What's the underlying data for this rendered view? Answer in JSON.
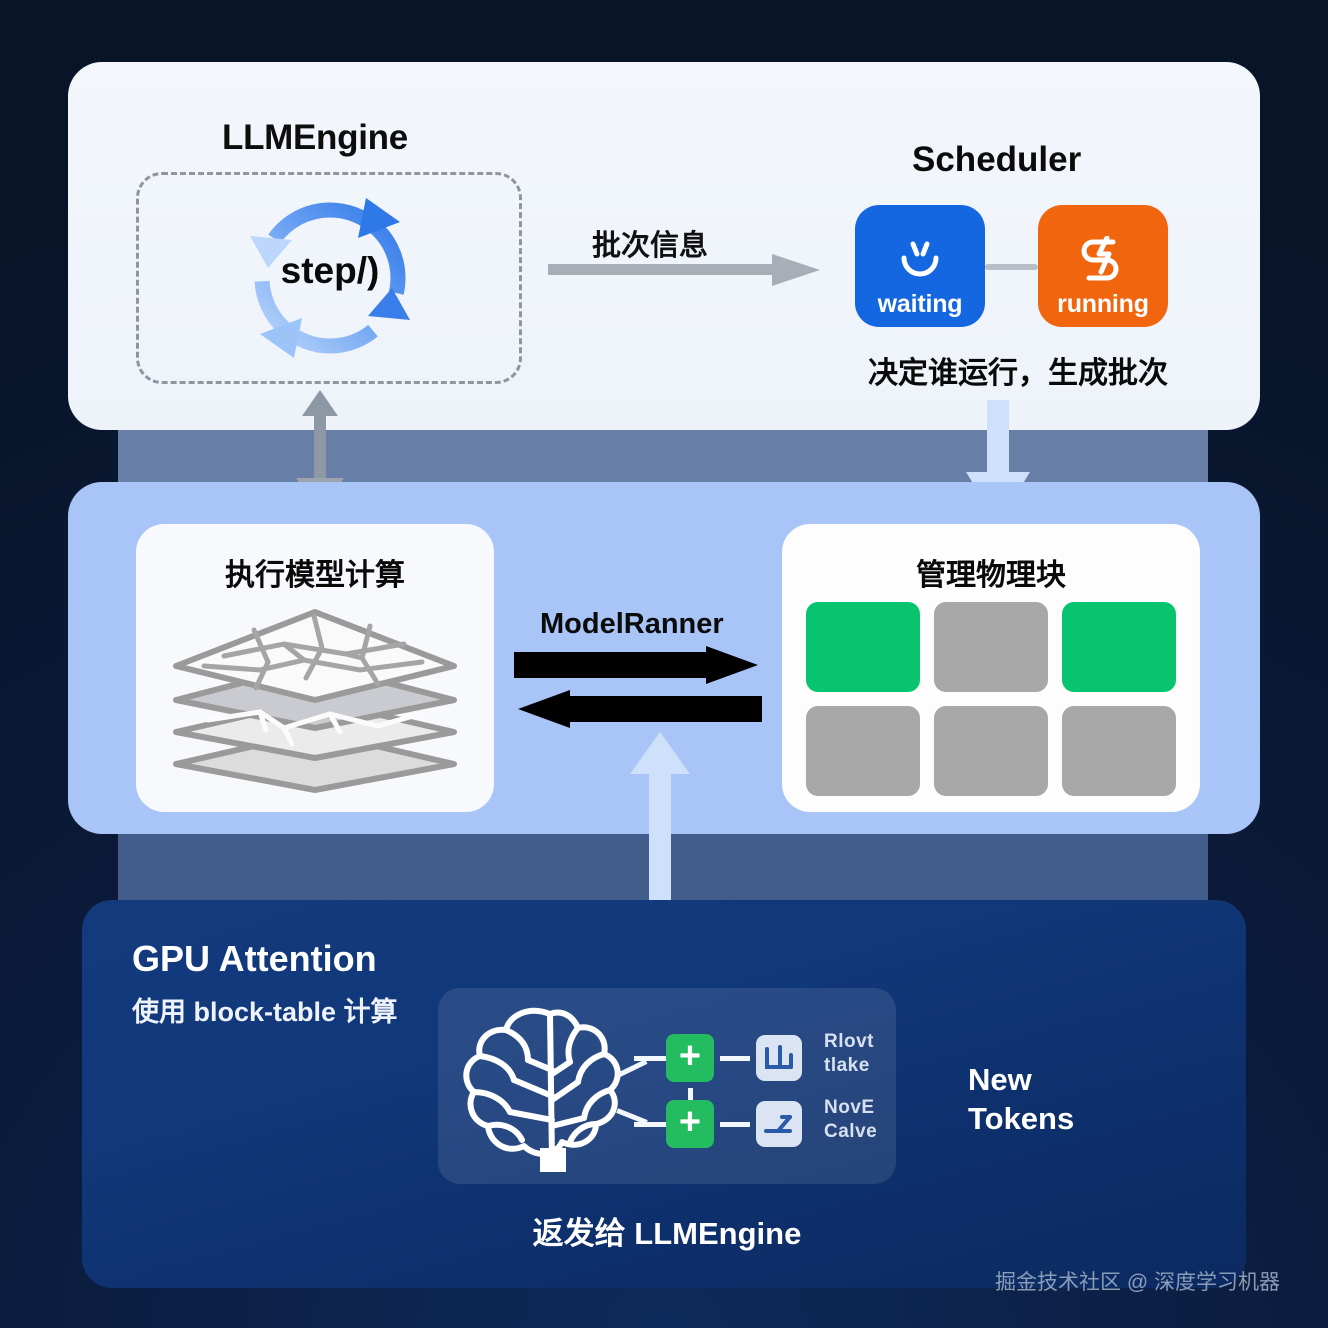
{
  "background": {
    "page_color": "#0a1730",
    "accent_blue": "#1467e0",
    "accent_orange": "#f1650e",
    "accent_green": "#09c46e"
  },
  "panel_engine": {
    "title": "LLMEngine",
    "loop_label": "step/)",
    "flow_label": "批次信息",
    "scheduler": {
      "title": "Scheduler",
      "waiting_label": "waiting",
      "running_label": "running",
      "waiting_icon": "smiley-arc-icon",
      "running_icon": "lightning-bolt-icon",
      "caption": "决定谁运行，生成批次"
    }
  },
  "panel_runner": {
    "left_card": {
      "title": "执行模型计算",
      "icon": "stacked-layers-icon"
    },
    "right_card": {
      "title": "管理物理块",
      "blocks": [
        {
          "state": "used",
          "color": "#09c46e"
        },
        {
          "state": "free",
          "color": "#a8a8a8"
        },
        {
          "state": "used",
          "color": "#09c46e"
        },
        {
          "state": "free",
          "color": "#a8a8a8"
        },
        {
          "state": "free",
          "color": "#a8a8a8"
        },
        {
          "state": "free",
          "color": "#a8a8a8"
        }
      ]
    },
    "bridge_label": "ModelRanner"
  },
  "panel_gpu": {
    "title": "GPU Attention",
    "subtitle": "使用 block-table 计算",
    "brain_card": {
      "icon": "brain-outline-icon",
      "nodes": [
        {
          "op": "+",
          "chip_icon": "circuit-node-icon",
          "text": "Rlovt\ntlake"
        },
        {
          "op": "+",
          "chip_icon": "circuit-branch-icon",
          "text": "NovE\nCalve"
        }
      ]
    },
    "new_tokens_label": "New\nTokens",
    "return_caption": "返发给 LLMEngine"
  },
  "watermark": "掘金技术社区 @ 深度学习机器"
}
